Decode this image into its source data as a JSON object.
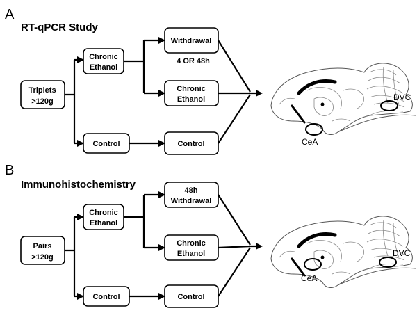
{
  "panels": [
    {
      "letter": "A",
      "title": "RT-qPCR Study",
      "start": [
        "Triplets",
        ">120g"
      ],
      "chronic": [
        "Chronic",
        "Ethanol"
      ],
      "control": "Control",
      "withdrawal": [
        "Withdrawal"
      ],
      "withdrawal_note": "4 OR 48h",
      "chronic2": [
        "Chronic",
        "Ethanol"
      ],
      "control2": "Control",
      "regions": {
        "left": "CeA",
        "right": "DVC"
      }
    },
    {
      "letter": "B",
      "title": "Immunohistochemistry",
      "start": [
        "Pairs",
        ">120g"
      ],
      "chronic": [
        "Chronic",
        "Ethanol"
      ],
      "control": "Control",
      "withdrawal": [
        "48h",
        "Withdrawal"
      ],
      "withdrawal_note": "",
      "chronic2": [
        "Chronic",
        "Ethanol"
      ],
      "control2": "Control",
      "regions": {
        "left": "CeA",
        "right": "DVC"
      }
    }
  ]
}
